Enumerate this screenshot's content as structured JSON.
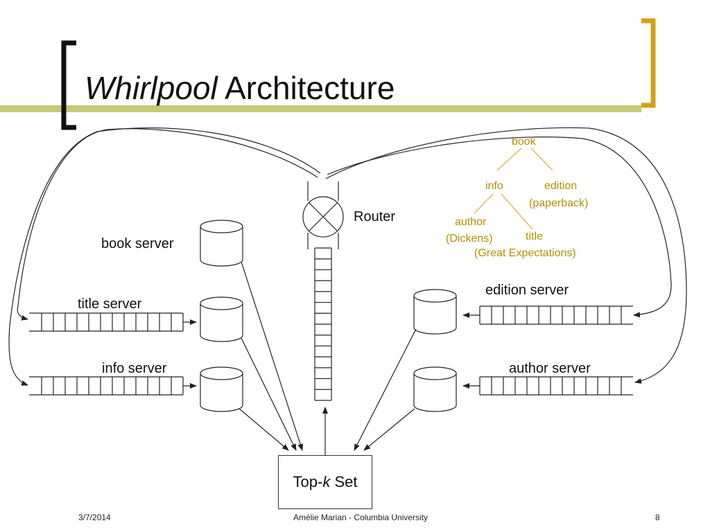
{
  "title": {
    "italic": "Whirlpool",
    "rest": " Architecture"
  },
  "colors": {
    "accent_bracket": "#d4a017",
    "accent_bar": "#c8c878",
    "tree_text": "#b58f00",
    "line": "#222222"
  },
  "router": {
    "label": "Router"
  },
  "servers": {
    "book": "book server",
    "title": "title server",
    "info": "info server",
    "edition": "edition server",
    "author": "author server"
  },
  "tree": {
    "book": "book",
    "info": "info",
    "edition": "edition",
    "paperback": "(paperback)",
    "author": "author",
    "dickens": "(Dickens)",
    "title": "title",
    "great_expectations": "(Great Expectations)"
  },
  "topk": {
    "prefix": "Top-",
    "k": "k",
    "suffix": " Set"
  },
  "footer": {
    "date": "3/7/2014",
    "author": "Amélie Marian - Columbia University",
    "page": "8"
  }
}
